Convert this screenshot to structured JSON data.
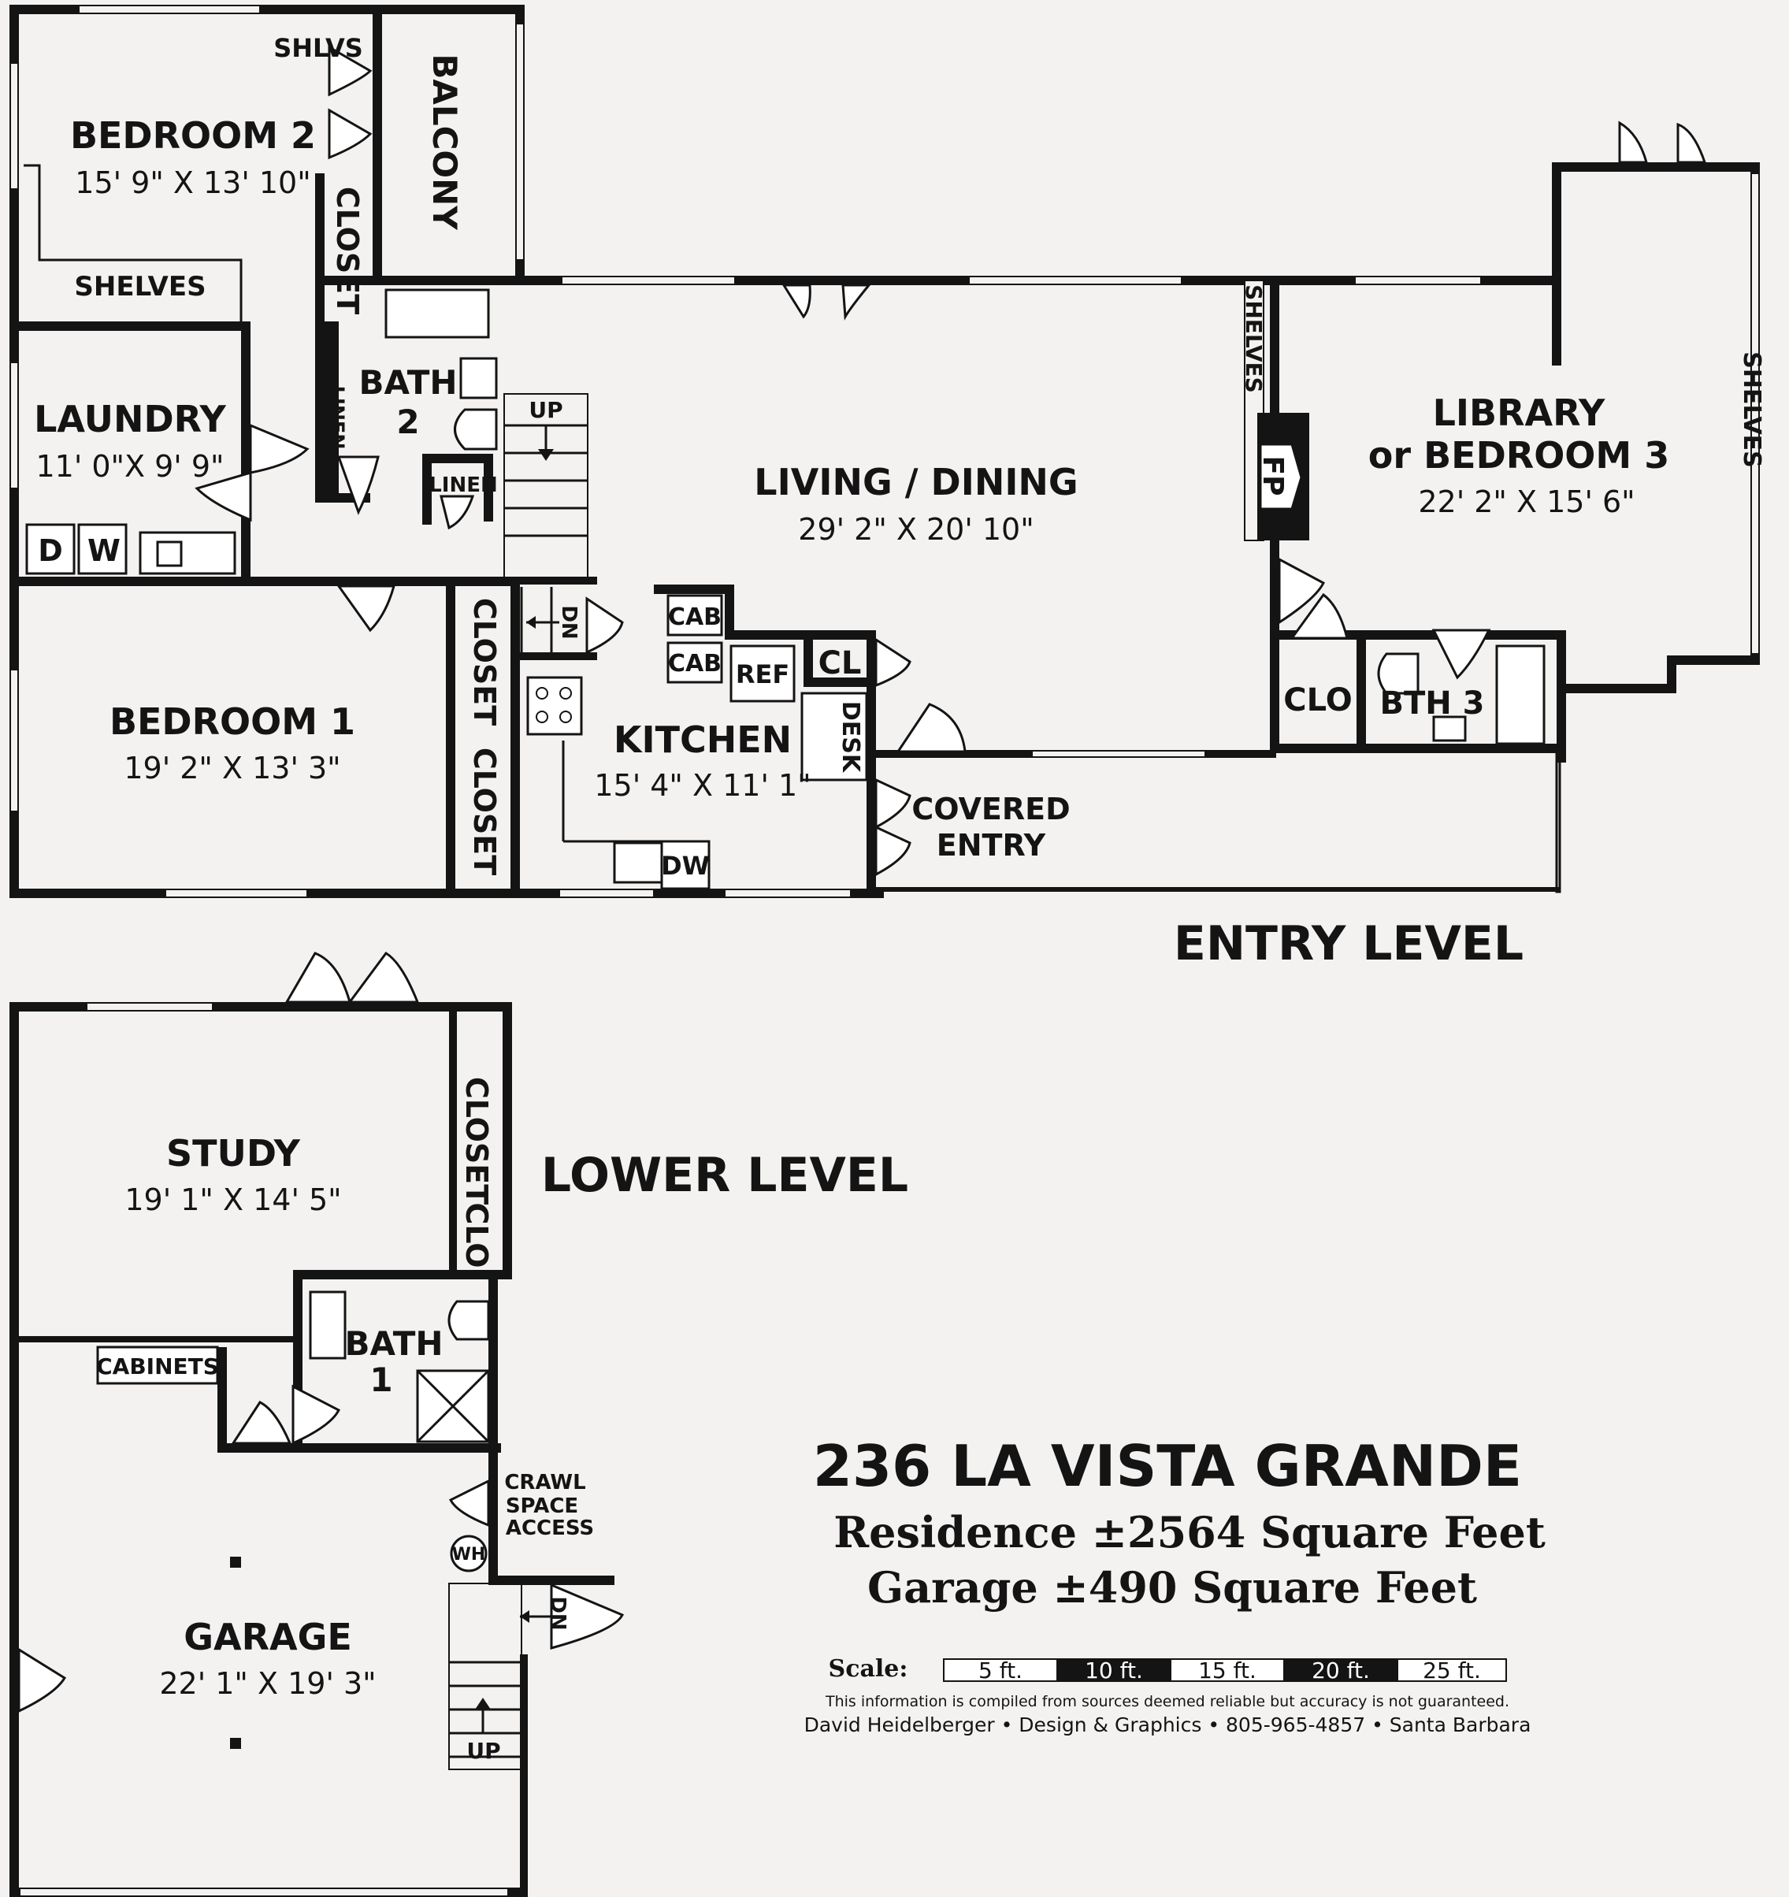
{
  "property": {
    "address": "236 LA VISTA GRANDE",
    "residence": "Residence ±2564 Square Feet",
    "garage": "Garage ±490 Square Feet"
  },
  "levels": {
    "entry": "ENTRY LEVEL",
    "lower": "LOWER LEVEL"
  },
  "rooms": {
    "bedroom2": {
      "name": "BEDROOM 2",
      "dim": "15' 9\" X 13' 10\""
    },
    "laundry": {
      "name": "LAUNDRY",
      "dim": "11' 0\"X 9' 9\""
    },
    "bath2": {
      "name": "BATH",
      "num": "2"
    },
    "living": {
      "name": "LIVING / DINING",
      "dim": "29' 2\" X 20' 10\""
    },
    "library": {
      "name1": "LIBRARY",
      "name2": "or BEDROOM 3",
      "dim": "22' 2\" X 15' 6\""
    },
    "bedroom1": {
      "name": "BEDROOM 1",
      "dim": "19' 2\" X 13' 3\""
    },
    "kitchen": {
      "name": "KITCHEN",
      "dim": "15' 4\" X 11' 1\""
    },
    "bath3": {
      "name": "BTH 3"
    },
    "covered": {
      "line1": "COVERED",
      "line2": "ENTRY"
    },
    "study": {
      "name": "STUDY",
      "dim": "19' 1\" X 14' 5\""
    },
    "bath1": {
      "name": "BATH",
      "num": "1"
    },
    "garage": {
      "name": "GARAGE",
      "dim": "22' 1\" X 19' 3\""
    }
  },
  "labels": {
    "shlvs": "SHLVS",
    "balcony": "BALCONY",
    "closet": "CLOSET",
    "shelves": "SHELVES",
    "linen": "LINEN",
    "up": "UP",
    "dn": "DN",
    "fp": "FP",
    "clo": "CLO",
    "cl": "CL",
    "cab": "CAB",
    "ref": "REF",
    "desk": "DESK",
    "dw": "DW",
    "d": "D",
    "w": "W",
    "cabinets": "CABINETS",
    "crawl1": "CRAWL",
    "crawl2": "SPACE",
    "crawl3": "ACCESS",
    "wh": "WH"
  },
  "scale": {
    "label": "Scale:",
    "ticks": [
      "5 ft.",
      "10 ft.",
      "15 ft.",
      "20 ft.",
      "25 ft."
    ]
  },
  "footer": {
    "disclaimer": "This information is compiled from sources deemed reliable but accuracy is not guaranteed.",
    "credit": "David Heidelberger • Design & Graphics • 805-965-4857 • Santa Barbara"
  }
}
